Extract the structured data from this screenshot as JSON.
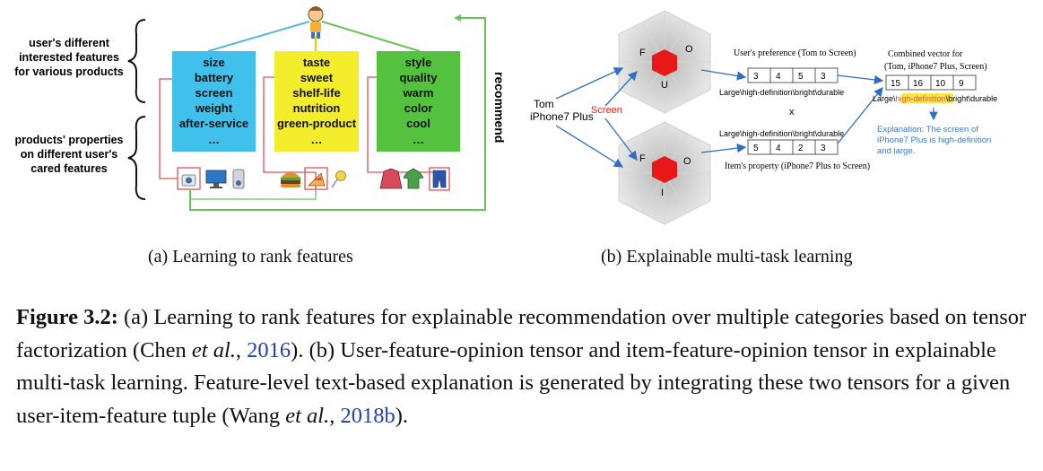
{
  "figure_a": {
    "left_label_top": [
      "user's different",
      "interested features",
      "for various products"
    ],
    "left_label_bottom": [
      "products' properties",
      "on different user's",
      "cared features"
    ],
    "boxes": [
      {
        "color": "#3fc1ec",
        "items": [
          "size",
          "battery",
          "screen",
          "weight",
          "after-service",
          "…"
        ]
      },
      {
        "color": "#f3ed2c",
        "items": [
          "taste",
          "sweet",
          "shelf-life",
          "nutrition",
          "green-product",
          "…"
        ]
      },
      {
        "color": "#55c23f",
        "items": [
          "style",
          "quality",
          "warm",
          "color",
          "cool",
          "…"
        ]
      }
    ],
    "side_label": "recommend",
    "subcaption": "(a) Learning to rank features"
  },
  "figure_b": {
    "top_cube_labels": [
      "F",
      "O",
      "U"
    ],
    "bottom_cube_labels": [
      "F",
      "O",
      "I"
    ],
    "tom": "Tom",
    "iphone": "iPhone7 Plus",
    "screen": "Screen",
    "user_pref_title": "User's preference (Tom to Screen)",
    "user_pref_values": [
      "3",
      "4",
      "5",
      "3"
    ],
    "user_pref_opinions": "Large\\high-definition\\bright\\durable",
    "times": "x",
    "item_opinions": "Large\\high-definition\\bright\\durable",
    "item_values": [
      "5",
      "4",
      "2",
      "3"
    ],
    "item_title": "Item's property (iPhone7 Plus to Screen)",
    "combined_title_1": "Combined vector for",
    "combined_title_2": "(Tom, iPhone7 Plus, Screen)",
    "combined_values": [
      "15",
      "16",
      "10",
      "9"
    ],
    "combined_opinions_pre": "Large\\",
    "combined_opinions_highlight": "high-definition",
    "combined_opinions_post": "\\bright\\durable",
    "explanation": [
      "Explanation: The screen of",
      "iPhone7 Plus is high-definition",
      "and large."
    ],
    "subcaption": "(b) Explainable multi-task learning"
  },
  "caption": {
    "label": "Figure 3.2:",
    "part1": " (a) Learning to rank features for explainable recommendation over multiple categories based on tensor factorization (Chen ",
    "etal1": "et al.",
    "part2": ", ",
    "cite1": "2016",
    "part3": "). (b) User-feature-opinion tensor and item-feature-opinion tensor in explainable multi-task learning. Feature-level text-based explanation is generated by integrating these two tensors for a given user-item-feature tuple (Wang ",
    "etal2": "et al.",
    "part4": ", ",
    "cite2": "2018b",
    "part5": ")."
  },
  "colors": {
    "blue_box": "#3fc1ec",
    "yellow_box": "#f3ed2c",
    "green_box": "#55c23f",
    "connector_red": "#e0505a",
    "connector_green": "#6ac25a",
    "arrow_blue": "#2f6fc0",
    "cube_red": "#e81818",
    "citation_blue": "#1f3fbf",
    "highlight_text": "#e0602a",
    "highlight_bg": "#f6e64a"
  }
}
